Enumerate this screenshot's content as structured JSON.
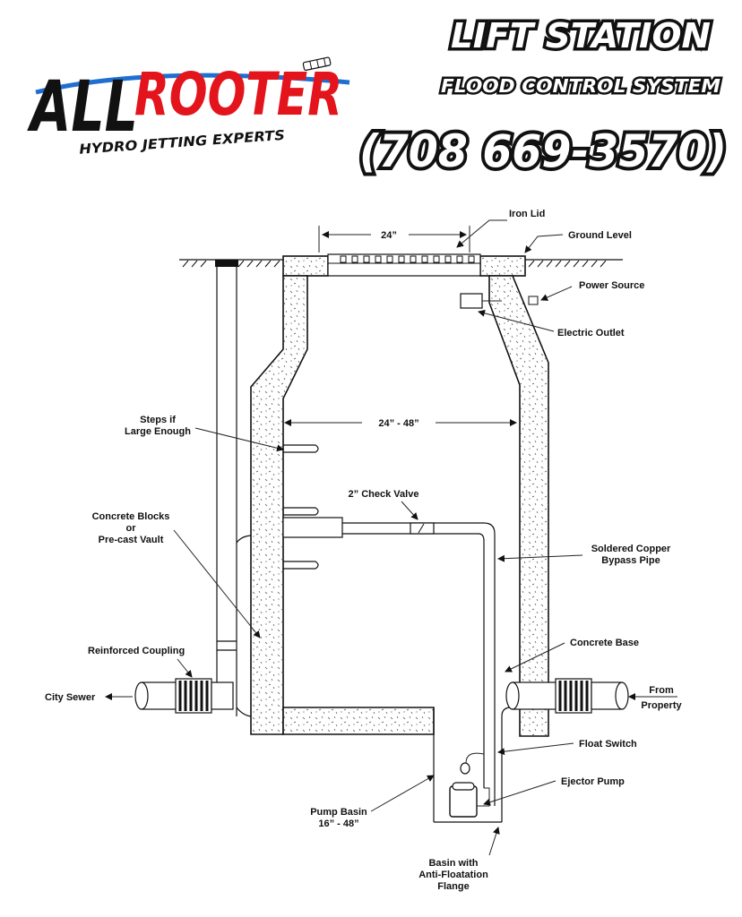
{
  "brand": {
    "logo_text": "ALLROOTER",
    "tagline": "HYDRO JETTING EXPERTS",
    "colors": {
      "all": "#111111",
      "rooter": "#e3141b",
      "swoosh": "#1f6fd1"
    }
  },
  "header": {
    "title": "LIFT STATION",
    "subtitle": "FLOOD CONTROL SYSTEM",
    "phone": "(708 669-3570)"
  },
  "dimensions": {
    "lid_width": "24”",
    "shaft_width": "24” - 48”"
  },
  "labels": {
    "iron_lid": "Iron Lid",
    "ground_level": "Ground Level",
    "power_source": "Power Source",
    "electric_outlet": "Electric Outlet",
    "steps_line1": "Steps if",
    "steps_line2": "Large Enough",
    "check_valve": "2” Check Valve",
    "concrete_blocks_line1": "Concrete Blocks",
    "concrete_blocks_line2": "or",
    "concrete_blocks_line3": "Pre-cast Vault",
    "bypass_line1": "Soldered Copper",
    "bypass_line2": "Bypass Pipe",
    "reinforced_coupling": "Reinforced Coupling",
    "concrete_base": "Concrete Base",
    "city_sewer": "City Sewer",
    "from_line1": "From",
    "from_line2": "Property",
    "float_switch": "Float Switch",
    "ejector_pump": "Ejector Pump",
    "pump_basin_line1": "Pump Basin",
    "pump_basin_line2": "16” - 48”",
    "basin_line1": "Basin with",
    "basin_line2": "Anti-Floatation",
    "basin_line3": "Flange"
  }
}
